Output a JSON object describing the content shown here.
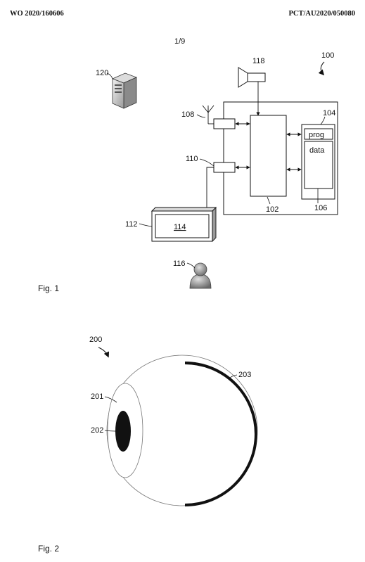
{
  "header": {
    "publication_number": "WO 2020/160606",
    "application_number": "PCT/AU2020/050080"
  },
  "page_number": "1/9",
  "fig1": {
    "caption": "Fig. 1",
    "labels": {
      "system": "100",
      "processor": "102",
      "memory": "104",
      "memory_inner": "106",
      "antenna_port": "108",
      "display_port": "110",
      "monitor": "112",
      "screen": "114",
      "user": "116",
      "speaker": "118",
      "server": "120",
      "prog": "prog",
      "data": "data"
    }
  },
  "fig2": {
    "caption": "Fig. 2",
    "labels": {
      "eye": "200",
      "cornea": "201",
      "pupil": "202",
      "retina": "203"
    }
  }
}
